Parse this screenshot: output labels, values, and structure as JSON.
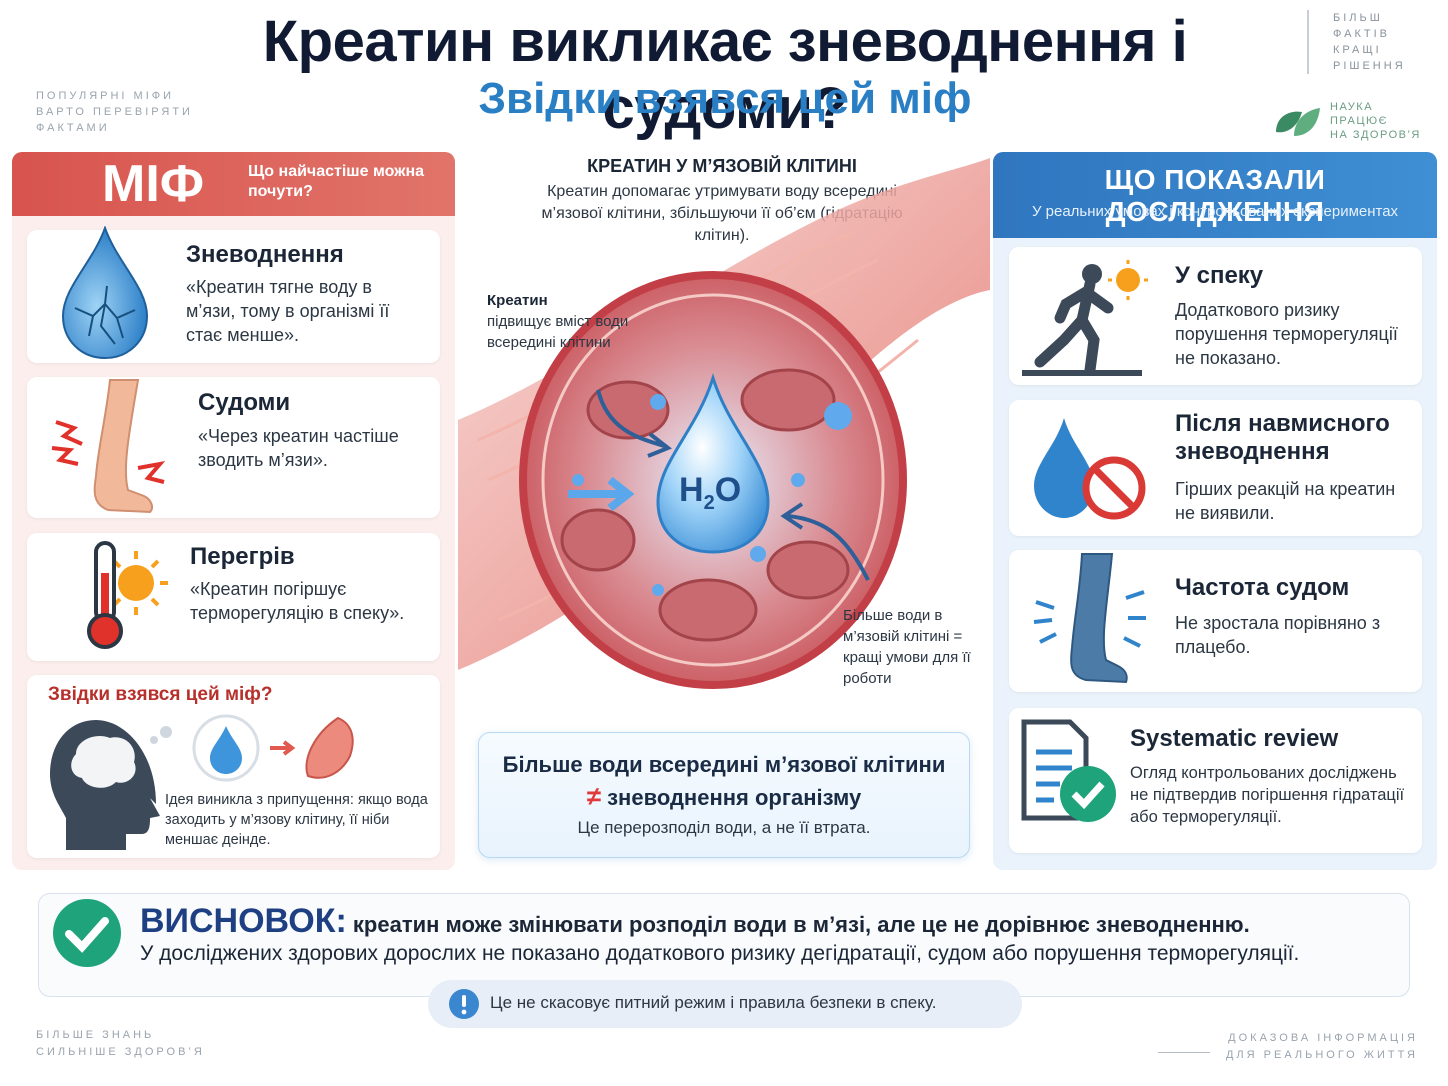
{
  "header": {
    "title": "Креатин викликає зневоднення і судоми?",
    "subtitle": "Звідки взявся цей міф",
    "corner_left": [
      "ПОПУЛЯРНІ МІФИ",
      "ВАРТО ПЕРЕВІРЯТИ",
      "ФАКТАМИ"
    ],
    "corner_right": [
      "БІЛЬШ",
      "ФАКТІВ",
      "КРАЩІ",
      "РІШЕННЯ"
    ],
    "science": [
      "НАУКА",
      "ПРАЦЮЄ",
      "НА ЗДОРОВ’Я"
    ]
  },
  "myth": {
    "label": "МІФ",
    "sub": "Що найчастіше можна почути?",
    "items": [
      {
        "title": "Зневоднення",
        "text": "«Креатин тягне воду в м’язи, тому в організмі її стає менше».",
        "icon": "cracked-water-drop-icon"
      },
      {
        "title": "Судоми",
        "text": "«Через креатин частіше зводить м’язи».",
        "icon": "leg-cramp-icon"
      },
      {
        "title": "Перегрів",
        "text": "«Креатин погіршує терморегуляцію в спеку».",
        "icon": "thermometer-sun-icon"
      }
    ],
    "origin": {
      "title": "Звідки взявся цей міф?",
      "text": "Ідея виникла з припущення: якщо вода заходить у м’язову клітину, її ніби меншає деінде."
    }
  },
  "center": {
    "title": "КРЕАТИН У М’ЯЗОВІЙ КЛІТИНІ",
    "text": "Креатин допомагає утримувати воду всередині м’язової клітини, збільшуючи її об’єм (гідратацію клітин).",
    "label_left_bold": "Креатин",
    "label_left": "підвищує вміст води всередині клітини",
    "label_right": "Більше води в м’язовій клітині = кращі умови для її роботи",
    "drop_text": "H",
    "drop_sub": "2",
    "drop_o": "O",
    "equation": {
      "line1": "Більше води всередині м’язової клітини",
      "neq": "≠",
      "line2": "зневоднення організму",
      "line3": "Це перерозподіл води, а не її втрата."
    }
  },
  "research": {
    "title": "ЩО ПОКАЗАЛИ ДОСЛІДЖЕННЯ",
    "sub": "У реальних умовах і контрольованих експериментах",
    "items": [
      {
        "title": "У спеку",
        "text": "Додаткового ризику порушення терморегуляції не показано.",
        "icon": "runner-heat-icon"
      },
      {
        "title": "Після навмисного зневоднення",
        "text": "Гірших реакцій на креатин не виявили.",
        "icon": "drop-prohibited-icon"
      },
      {
        "title": "Частота судом",
        "text": "Не зростала порівняно з плацебо.",
        "icon": "leg-icon"
      },
      {
        "title": "Systematic review",
        "text": "Огляд контрольованих досліджень не підтвердив погіршення гідратації або терморегуляції.",
        "icon": "document-check-icon"
      }
    ]
  },
  "conclusion": {
    "label": "ВИСНОВОК:",
    "line1": "креатин може змінювати розподіл води в м’язі, але це не дорівнює зневодненню.",
    "line2": "У досліджених здорових дорослих не показано додаткового ризику дегідратації, судом або порушення терморегуляції.",
    "note": "Це не скасовує питний режим і правила безпеки в спеку."
  },
  "footer": {
    "left": [
      "БІЛЬШЕ ЗНАНЬ",
      "СИЛЬНІШЕ ЗДОРОВ’Я"
    ],
    "right": [
      "ДОКАЗОВА ІНФОРМАЦІЯ",
      "ДЛЯ РЕАЛЬНОГО ЖИТТЯ"
    ]
  },
  "colors": {
    "myth_red": "#d8544e",
    "research_blue": "#2f76bf",
    "check_green": "#1fa37a",
    "title_navy": "#101b33",
    "subtitle_blue": "#2a7fc4"
  }
}
